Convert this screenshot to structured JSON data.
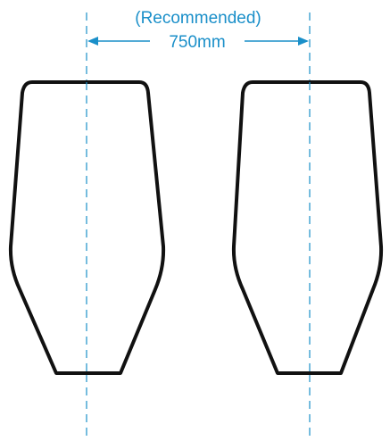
{
  "annotation": {
    "recommended_label": "(Recommended)",
    "distance_label": "750mm"
  },
  "colors": {
    "dimension": "#1a8fc9",
    "outline": "#111111",
    "background": "#ffffff"
  },
  "shapes": {
    "count": 2,
    "description_visible": false
  }
}
